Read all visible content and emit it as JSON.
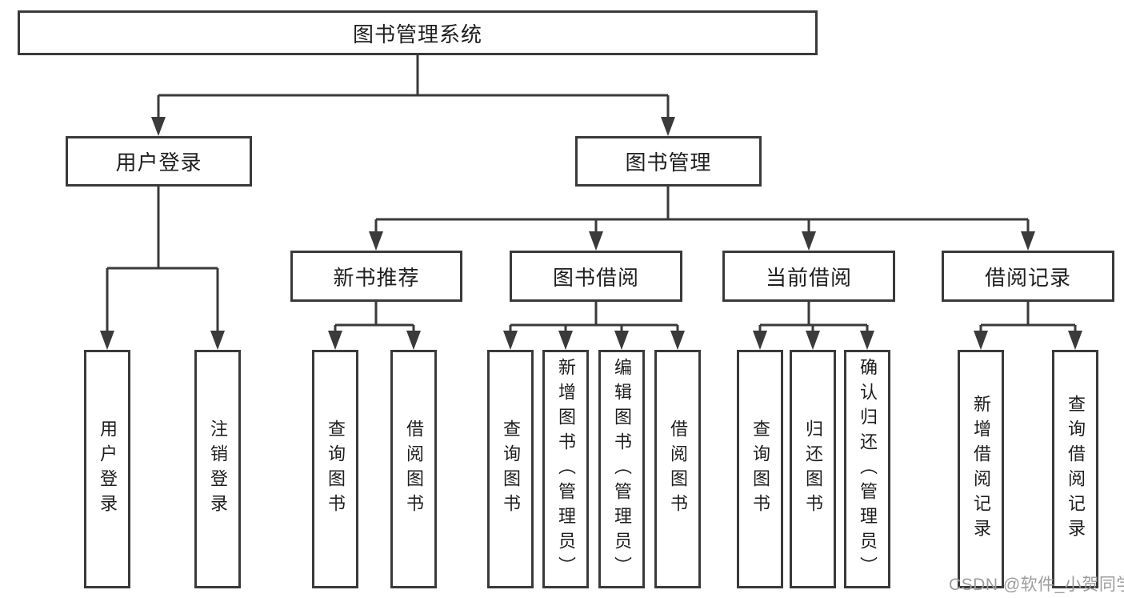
{
  "tree": {
    "root": {
      "label": "图书管理系统"
    },
    "branches": [
      {
        "label": "用户登录",
        "children": [
          "用户登录",
          "注销登录"
        ]
      },
      {
        "label": "图书管理",
        "children": [
          {
            "label": "新书推荐",
            "children": [
              "查询图书",
              "借阅图书"
            ]
          },
          {
            "label": "图书借阅",
            "children": [
              "查询图书",
              "新增图书（管理员）",
              "编辑图书（管理员）",
              "借阅图书"
            ]
          },
          {
            "label": "当前借阅",
            "children": [
              "查询图书",
              "归还图书",
              "确认归还（管理员）"
            ]
          },
          {
            "label": "借阅记录",
            "children": [
              "新增借阅记录",
              "查询借阅记录"
            ]
          }
        ]
      }
    ]
  },
  "watermark": "CSDN @软件_小贺同学",
  "colors": {
    "line": "#3a3a3a",
    "text": "#1e1e1e",
    "watermark": "#9c9c9c",
    "background": "#ffffff"
  }
}
